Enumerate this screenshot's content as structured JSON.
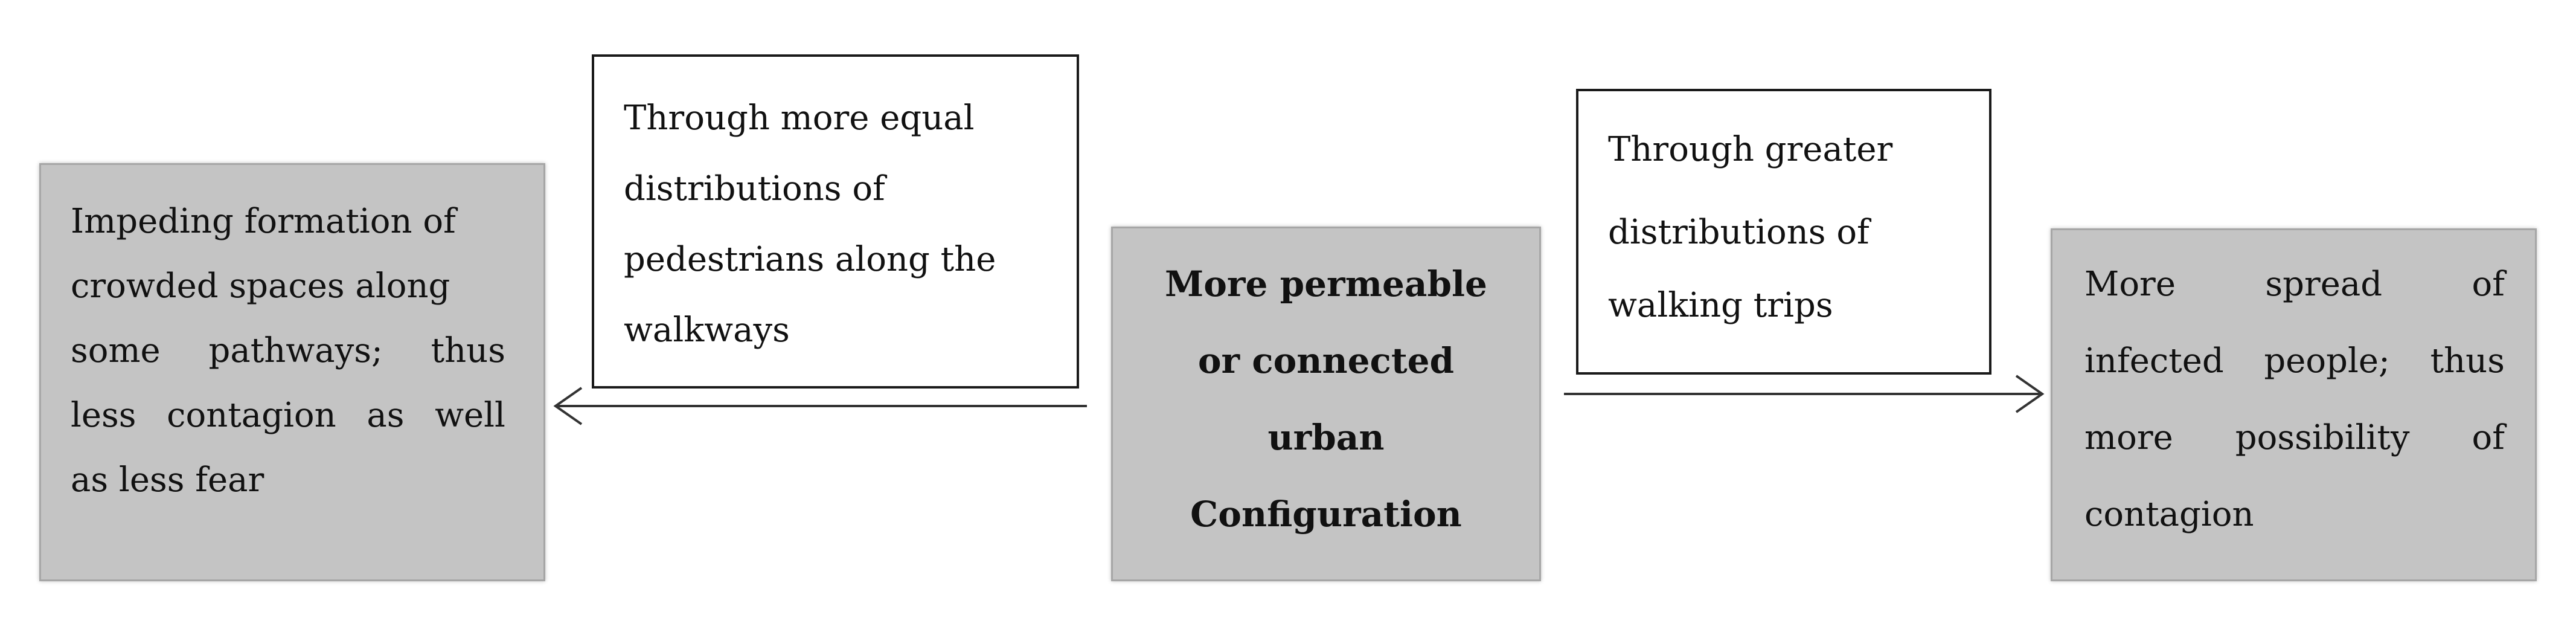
{
  "left_outcome": {
    "lines": [
      "Impeding formation of",
      "crowded spaces along",
      [
        "some",
        "pathways;",
        "thus"
      ],
      [
        "less",
        "contagion",
        "as",
        "well"
      ],
      "as less fear"
    ]
  },
  "left_mechanism": {
    "lines": [
      "Through more equal",
      "distributions of",
      "pedestrians along the",
      "walkways"
    ]
  },
  "center_cause": {
    "lines": [
      "More permeable",
      "or connected",
      "urban",
      "Configuration"
    ]
  },
  "right_mechanism": {
    "lines": [
      "Through greater",
      "distributions of",
      "walking trips"
    ]
  },
  "right_outcome": {
    "lines": [
      [
        "More",
        "spread",
        "of"
      ],
      [
        "infected",
        "people;",
        "thus"
      ],
      [
        "more",
        "possibility",
        "of"
      ],
      "contagion"
    ]
  },
  "colors": {
    "outcome_fill": "#c4c4c4",
    "mechanism_fill": "#ffffff",
    "arrow": "#333333"
  }
}
